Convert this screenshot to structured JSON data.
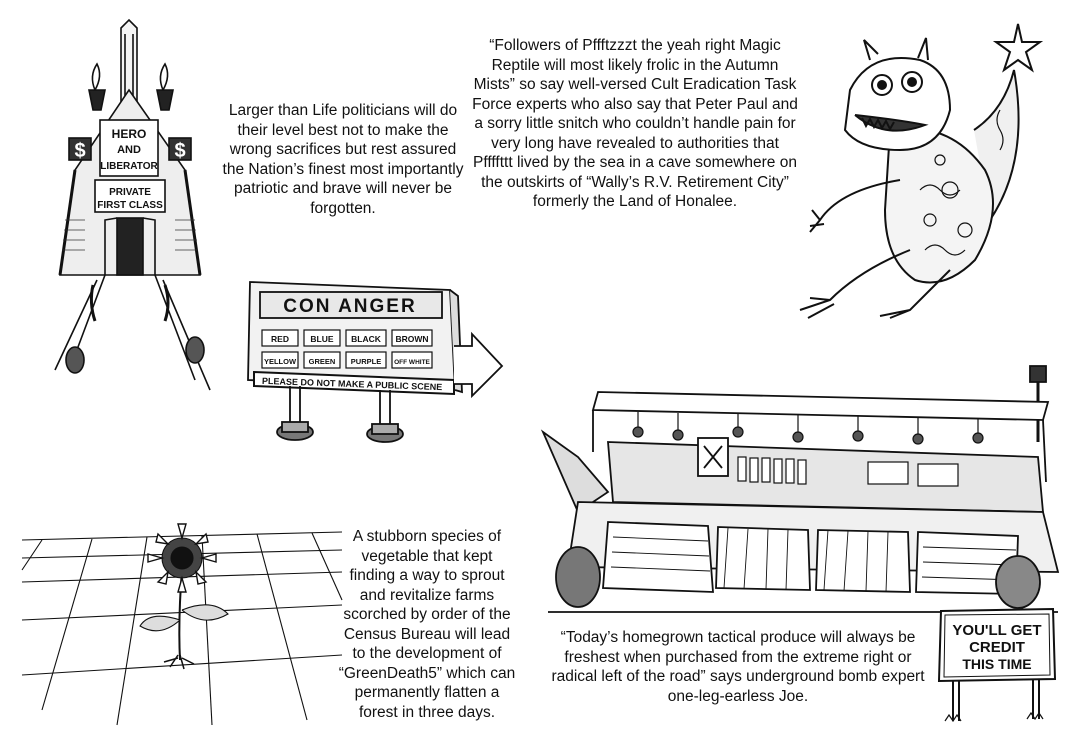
{
  "captions": {
    "politicians": "Larger than Life politicians will do their level best not to make the wrong sacrifices but rest assured the Nation’s finest most importantly patriotic and brave will never be forgotten.",
    "reptile": "“Followers of Pffftzzzt the yeah right Magic Reptile will most likely frolic in the Autumn Mists” so say well-versed Cult Eradication Task Force experts who also say that Peter Paul and a sorry little snitch who couldn’t handle pain for very long have revealed to authorities that Pffffttt lived by the sea in a cave somewhere on the outskirts of “Wally’s R.V. Retirement City” formerly the Land of Honalee.",
    "vegetable": "A stubborn species of vegetable that kept finding a way to sprout and revitalize farms scorched by order of the Census Bureau will lead to the development of “GreenDeath5” which can permanently flatten a forest in three days.",
    "produce": "“Today’s homegrown tactical produce will always be freshest when purchased from the extreme right or radical left of the road” says underground bomb expert one-leg-earless Joe."
  },
  "monument": {
    "plaque_lines": [
      "HERO",
      "AND",
      "LIBERATOR"
    ],
    "lower_plaque_lines": [
      "PRIVATE",
      "FIRST CLASS"
    ],
    "symbol": "$"
  },
  "billboard": {
    "title": "CON ANGER",
    "colors_row1": [
      "RED",
      "BLUE",
      "BLACK",
      "BROWN"
    ],
    "colors_row2": [
      "YELLOW",
      "GREEN",
      "PURPLE",
      "OFF WHITE"
    ],
    "banner": "PLEASE DO NOT MAKE A PUBLIC SCENE"
  },
  "credit_sign": {
    "lines": [
      "YOU'LL GET",
      "CREDIT",
      "THIS TIME"
    ]
  },
  "icons": [
    "monument-drawing",
    "billboard-drawing",
    "dragon-drawing",
    "flower-drawing",
    "produce-stand-drawing",
    "sign-drawing"
  ]
}
